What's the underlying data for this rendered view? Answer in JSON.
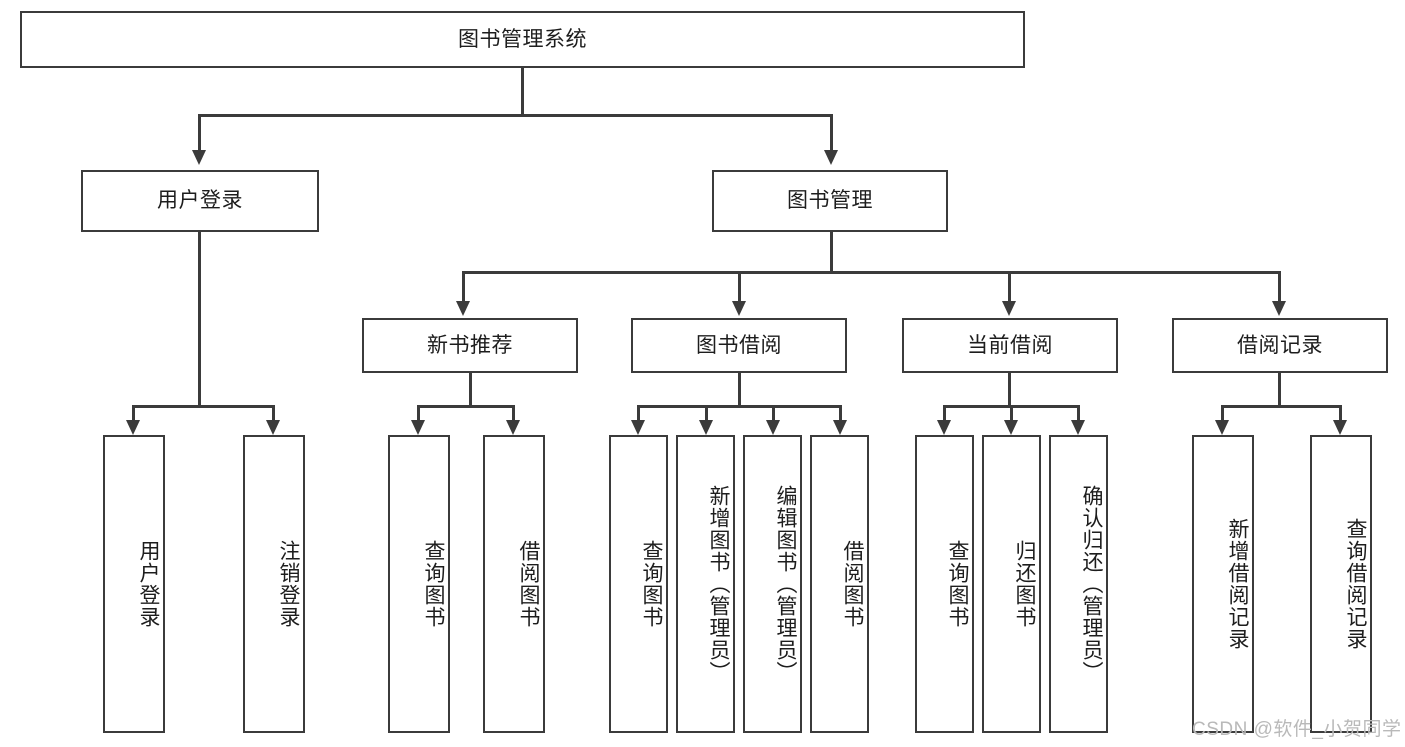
{
  "diagram": {
    "type": "tree",
    "title": "图书管理系统",
    "watermark": "CSDN @软件_小贺同学",
    "colors": {
      "stroke": "#3b3b3b",
      "box_fill": "#ffffff",
      "text": "#1d1d1d",
      "background": "#ffffff",
      "watermark": "#b9b9b9"
    },
    "levels": {
      "root": "图书管理系统",
      "level2": [
        "用户登录",
        "图书管理"
      ],
      "level3": [
        "新书推荐",
        "图书借阅",
        "当前借阅",
        "借阅记录"
      ],
      "level4": [
        "用户登录",
        "注销登录",
        "查询图书",
        "借阅图书",
        "查询图书",
        "新增图书（管理员）",
        "编辑图书（管理员）",
        "借阅图书",
        "查询图书",
        "归还图书",
        "确认归还（管理员）",
        "新增借阅记录",
        "查询借阅记录"
      ]
    },
    "nodes": {
      "root": {
        "label": "图书管理系统"
      },
      "user_login": {
        "label": "用户登录"
      },
      "book_manage": {
        "label": "图书管理"
      },
      "new_book_rec": {
        "label": "新书推荐"
      },
      "book_borrow": {
        "label": "图书借阅"
      },
      "current_borrow": {
        "label": "当前借阅"
      },
      "borrow_record": {
        "label": "借阅记录"
      },
      "leaf_user_login": {
        "label": "用户登录"
      },
      "leaf_logout": {
        "label": "注销登录"
      },
      "leaf_query_book_a": {
        "label": "查询图书"
      },
      "leaf_borrow_book_a": {
        "label": "借阅图书"
      },
      "leaf_query_book_b": {
        "label": "查询图书"
      },
      "leaf_add_book": {
        "label": "新增图书（管理员）"
      },
      "leaf_edit_book": {
        "label": "编辑图书（管理员）"
      },
      "leaf_borrow_book_b": {
        "label": "借阅图书"
      },
      "leaf_query_book_c": {
        "label": "查询图书"
      },
      "leaf_return_book": {
        "label": "归还图书"
      },
      "leaf_confirm_return": {
        "label": "确认归还（管理员）"
      },
      "leaf_add_record": {
        "label": "新增借阅记录"
      },
      "leaf_query_record": {
        "label": "查询借阅记录"
      }
    }
  }
}
